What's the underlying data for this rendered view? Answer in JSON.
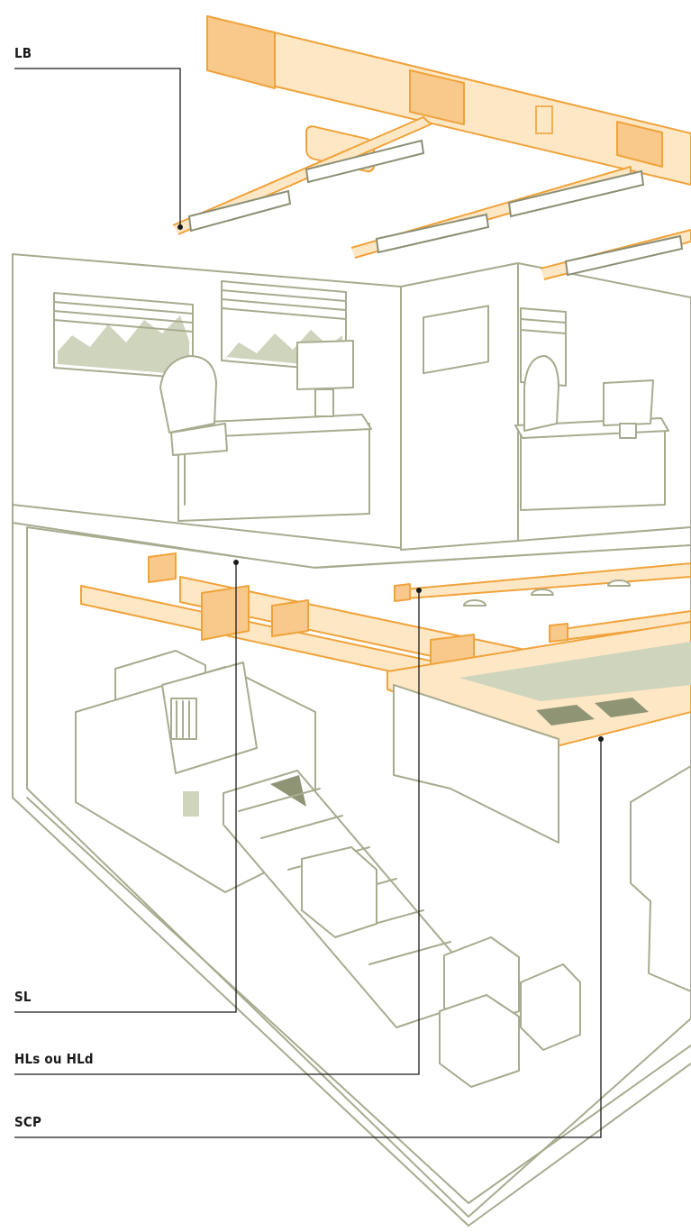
{
  "labels": {
    "lb": "LB",
    "sl": "SL",
    "hls": "HLs ou HLd",
    "scp": "SCP"
  },
  "colors": {
    "outline": "#a8ab8f",
    "trunking_orange": "#f0a33c",
    "trunking_fill": "#fde7c4",
    "tapoff_box": "#f8c98a",
    "landscape_green": "#cfd4bd",
    "leader_line": "#1a1a1a"
  },
  "icons": [
    "office-desk-icon",
    "chair-icon",
    "monitor-icon",
    "window-icon",
    "conveyor-icon",
    "machine-icon",
    "box-icon",
    "lamp-icon",
    "busbar-trunking-icon"
  ]
}
